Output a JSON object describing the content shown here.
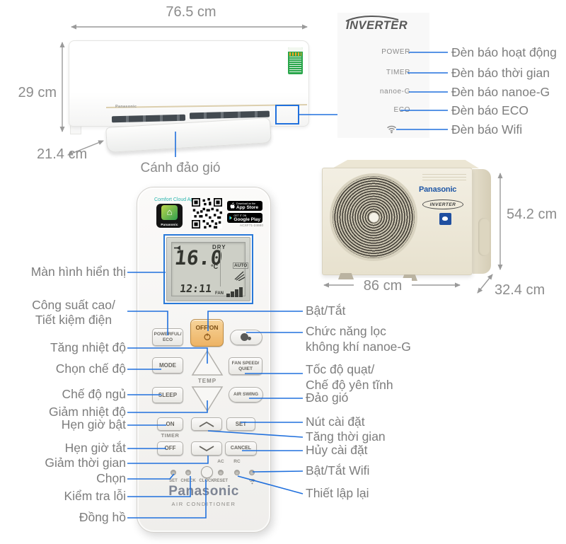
{
  "colors": {
    "annotation_blue": "#2070dd",
    "dimension_gray": "#9a9a9a",
    "label_gray": "#7d7d7d"
  },
  "indoor_unit": {
    "brand": "Panasonic",
    "width": "76.5 cm",
    "height": "29 cm",
    "depth": "21.4 cm",
    "flap_label": "Cánh đảo gió"
  },
  "indicator_panel": {
    "logo": "INVERTER",
    "rows": [
      {
        "name": "POWER",
        "label": "Đèn báo hoạt động"
      },
      {
        "name": "TIMER",
        "label": "Đèn báo thời gian"
      },
      {
        "name": "nanoe-G",
        "label": "Đèn báo nanoe-G"
      },
      {
        "name": "ECO",
        "label": "Đèn báo ECO"
      },
      {
        "name": "",
        "label": "Đèn báo Wifi"
      }
    ]
  },
  "outdoor_unit": {
    "brand": "Panasonic",
    "logo": "INVERTER",
    "width": "86 cm",
    "height": "54.2 cm",
    "depth": "32.4 cm"
  },
  "remote": {
    "app": {
      "name": "Comfort Cloud App",
      "icon_brand": "Panasonic",
      "appstore_line1": "Download on the",
      "appstore_line2": "App Store",
      "googleplay_line1": "GET IT ON",
      "googleplay_line2": "Google Play",
      "model": "ACXF71-24660"
    },
    "display": {
      "mode": "DRY",
      "temperature": "16.0",
      "unit": "°C",
      "time": "12:11",
      "fan_mode": "AUTO",
      "fan": "FAN"
    },
    "buttons": {
      "powerful_line1": "POWERFUL/",
      "powerful_line2": "ECO",
      "off_on": "OFF/ON",
      "mode": "MODE",
      "temp": "TEMP",
      "fan_speed_line1": "FAN SPEED/",
      "fan_speed_line2": "QUIET",
      "sleep": "SLEEP",
      "air_swing": "AIR SWING",
      "timer_on": "ON",
      "timer": "TIMER",
      "timer_off": "OFF",
      "set": "SET",
      "cancel": "CANCEL"
    },
    "small_controls": {
      "set": "SET",
      "check": "CHECK",
      "clock": "CLOCK",
      "ac": "AC",
      "rc": "RC",
      "reset": "RESET"
    },
    "brand": "Panasonic",
    "subtitle": "AIR CONDITIONER"
  },
  "callouts_left": {
    "display": "Màn hình hiển thị",
    "powerful_1": "Công suất cao/",
    "powerful_2": "Tiết kiệm điện",
    "temp_up": "Tăng nhiệt độ",
    "mode": "Chọn chế độ",
    "sleep": "Chế độ ngủ",
    "temp_down": "Giảm nhiệt độ",
    "timer_on": "Hẹn giờ bật",
    "timer_off": "Hẹn giờ tắt",
    "time_down": "Giảm thời gian",
    "select": "Chọn",
    "check": "Kiểm tra lỗi",
    "clock": "Đồng hồ"
  },
  "callouts_right": {
    "power": "Bật/Tắt",
    "nanoe_1": "Chức năng lọc",
    "nanoe_2": "không khí nanoe-G",
    "fan_1": "Tốc độ quạt/",
    "fan_2": "Chế độ yên tĩnh",
    "swing": "Đảo gió",
    "set": "Nút cài đặt",
    "time_up": "Tăng thời gian",
    "cancel": "Hủy cài đặt",
    "wifi": "Bật/Tắt Wifi",
    "reset": "Thiết lập lại"
  }
}
